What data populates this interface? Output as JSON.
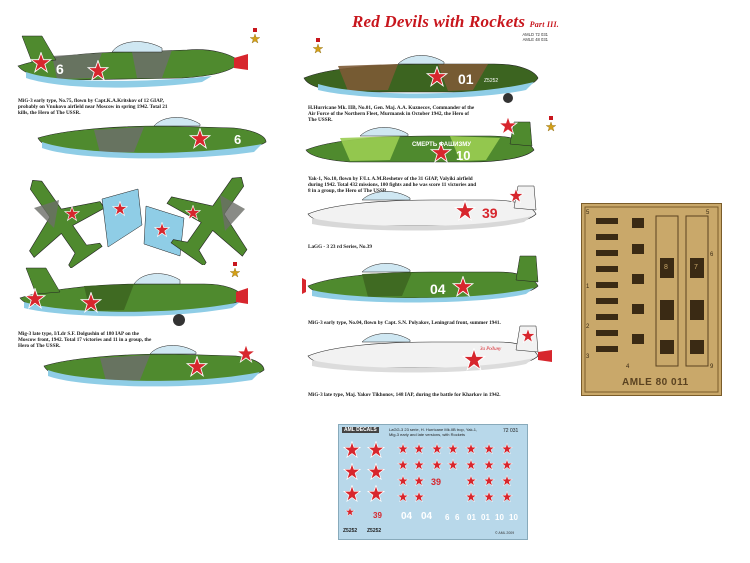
{
  "header": {
    "title": "Red Devils with Rockets",
    "part": "Part III.",
    "codes": [
      "AMLD 72 031",
      "AMLE 48 031"
    ]
  },
  "captions": {
    "mig3_early_75": "MiG-3 early type, No.75, flown by Capt.K.A.Kritskov of 12 GIAP, probably on Vnukovo airfield near Moscow in spring 1942. Total 21 kills, the Hero of The USSR.",
    "mig3_late_bulgakov": "Mig-3 late type, I/Ldr S.F. Dolgushin of 180 IAP on the Moscow front, 1942. Total 17 victories and 11 in a group, the Hero of The USSR.",
    "hurricane_01": "H.Hurricane Mk. IIB, No.01, Gen. Maj. A.A. Kuznecov, Commander of the Air Force of the Northern Fleet, Murmansk in October 1942, the Hero of The USSR.",
    "yak1_10": "Yak-1, No.10, flown by F/Lt. A.M.Reshetov of the 31 GIAP, Valyiki airfield during 1942. Total 432 missions, 100 fights and he was score 11 victories and 8 in a group, the Hero of The USSR.",
    "lagg3_39": "LaGG - 3 23 rd Series, No.39",
    "mig3_early_04": "MiG-3 early type, No.04, flown by Capt. S.N. Polyakov, Leningrad front, summer 1941.",
    "mig3_late_tikhon": "MiG-3 late type, Maj. Yakov Tikhonov, 148 IAP, during the battle for Kharkov in 1942."
  },
  "aircraft": {
    "mig3_top_number": "6",
    "mig3_side_number": "6",
    "hurricane_number": "01",
    "hurricane_serial": "Z5252",
    "yak1_number": "10",
    "yak1_slogan": "СМЕРТЬ ФАШИЗМУ",
    "lagg3_number": "39",
    "mig3_04_number": "04",
    "mig3_late_slogan": "За Родину"
  },
  "photoetch": {
    "label": "AMLE 80 011",
    "frame_numbers": [
      "5",
      "5",
      "6",
      "8",
      "7",
      "9",
      "1",
      "2",
      "3",
      "4"
    ]
  },
  "decal_sheet": {
    "brand": "AML DECALS",
    "title_line1": "LaGG-3 23 serie, H. Hurricane Mk.IIB trop, Yak-1,",
    "title_line2": "Mig-3 early and late versions, with Rockets",
    "code": "72 031",
    "numbers": [
      "39",
      "39",
      "04",
      "04",
      "6",
      "6",
      "01",
      "01",
      "10",
      "10"
    ],
    "serials": [
      "Z5252",
      "Z5252"
    ],
    "copyright": "© AML 2009"
  },
  "colors": {
    "red_star": "#d7262d",
    "green_camo": "#4f8a2e",
    "dark_green": "#3c6420",
    "grey_camo": "#6b6e68",
    "light_blue": "#8fcde6",
    "brown_camo": "#7c5a35",
    "title_red": "#c8161d",
    "brass": "#c9a86a"
  }
}
